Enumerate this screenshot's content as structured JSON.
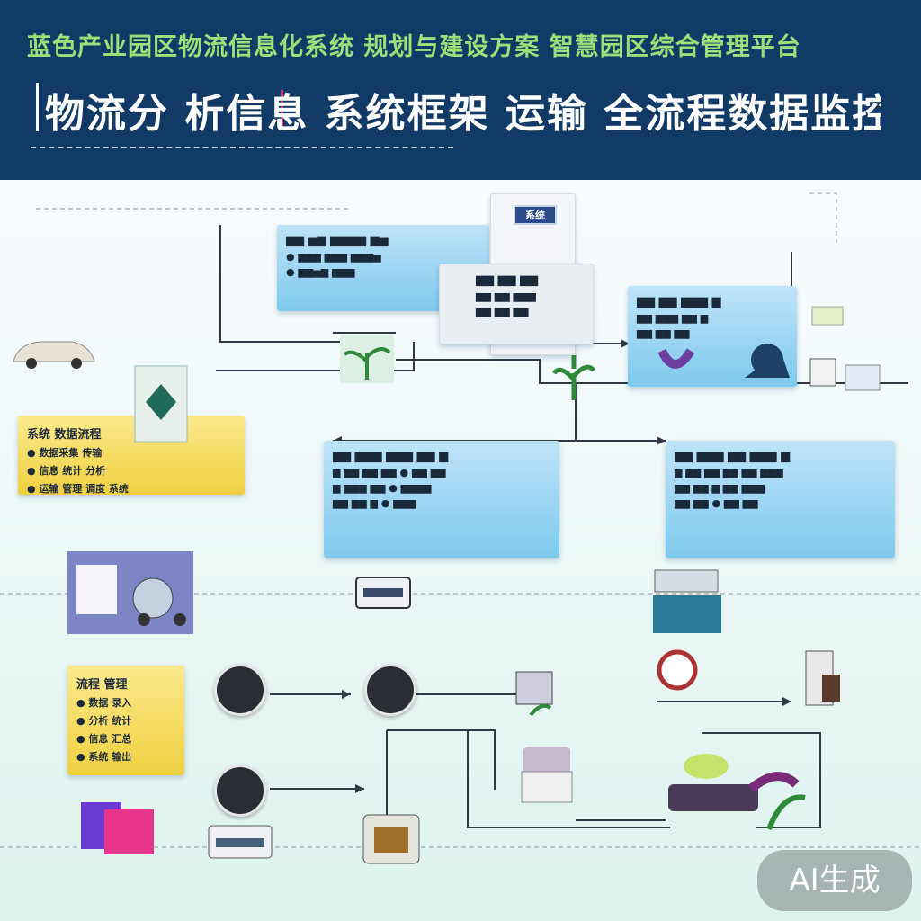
{
  "header": {
    "line1": "蓝色产业园区物流信息化系统 规划与建设方案 智慧园区综合管理平台",
    "line2": "物流分 析信息 系统框架 运输 全流程数据监控服务体系"
  },
  "cards": {
    "top_left": {
      "badge": "系统"
    },
    "yellow_left": {
      "title": "系统 数据流程",
      "lines": [
        "● 数据采集 传输",
        "● 信息 统计 分析",
        "● 运输 管理 调度 系统"
      ]
    },
    "yellow_bottom": {
      "title": "流程 管理",
      "lines": [
        "● 数据 录入",
        "● 分析 统计",
        "● 信息 汇总",
        "● 系统 输出"
      ]
    }
  },
  "watermark": "AI生成",
  "colors": {
    "header": "#123a67",
    "accent_green": "#9de07a",
    "card_blue": "#7ec9ee",
    "card_yellow": "#f0d040"
  }
}
